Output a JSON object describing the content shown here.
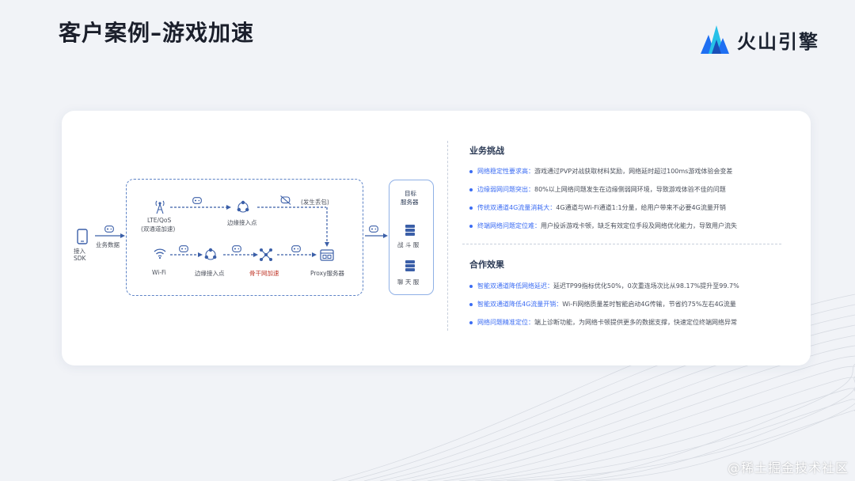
{
  "slide": {
    "title": "客户案例–游戏加速",
    "brand": "火山引擎",
    "watermark": "@稀土掘金技术社区"
  },
  "diagram": {
    "sdk_label_1": "接入",
    "sdk_label_2": "SDK",
    "business_data": "业务数据",
    "lte_label_1": "LTE/QoS",
    "lte_label_2": "(双通道加速)",
    "edge_node_top": "边缘接入点",
    "packet_loss": "(发生丢包)",
    "wifi_label": "Wi-Fi",
    "edge_node_bottom": "边缘接入点",
    "backbone": "骨干网加速",
    "proxy": "Proxy服务器",
    "target_1": "目标",
    "target_2": "服务器",
    "battle_server": "战 斗 服",
    "chat_server": "聊 天 服"
  },
  "challenges": {
    "title": "业务挑战",
    "items": [
      {
        "key": "网络稳定性要求高：",
        "text": "游戏通过PVP对战获取材料奖励，网络延时超过100ms游戏体验会变差"
      },
      {
        "key": "边缘弱网问题突出：",
        "text": "80%以上网络问题发生在边缘侧弱网环境，导致游戏体验不佳的问题"
      },
      {
        "key": "传统双通道4G流量消耗大：",
        "text": "4G通道与Wi-Fi通道1:1分量，给用户带来不必要4G流量开销"
      },
      {
        "key": "终端网络问题定位难：",
        "text": "用户投诉游戏卡顿，缺乏有效定位手段及网络优化能力，导致用户流失"
      }
    ]
  },
  "results": {
    "title": "合作效果",
    "items": [
      {
        "key": "智能双通道降低网络延迟：",
        "text": "延迟TP99指标优化50%，0次重连场次比从98.17%提升至99.7%"
      },
      {
        "key": "智能双通道降低4G流量开销：",
        "text": "Wi-Fi网络质量差时智能启动4G传输，节省约75%左右4G流量"
      },
      {
        "key": "网络问题精准定位：",
        "text": "端上诊断功能，为网络卡顿提供更多的数据支撑，快速定位终端网络异常"
      }
    ]
  },
  "colors": {
    "accent": "#3b6cf3",
    "diagram_blue": "#3b5fa8",
    "highlight_red": "#c0392b"
  }
}
